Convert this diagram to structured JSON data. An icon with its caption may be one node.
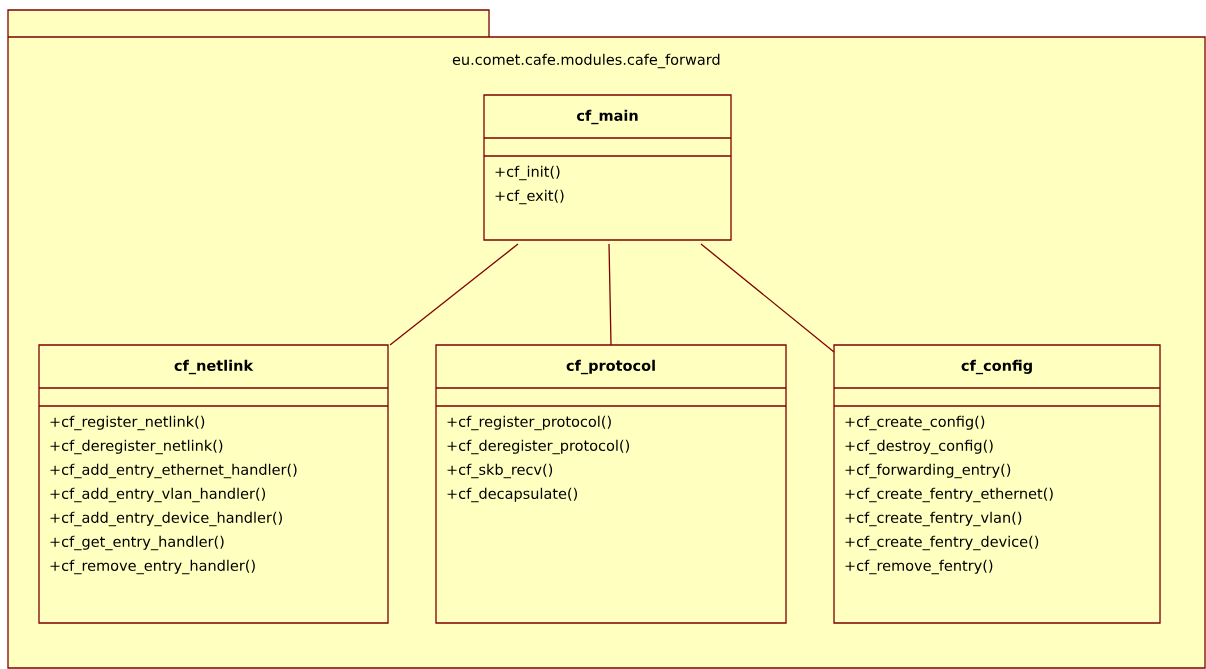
{
  "diagram": {
    "nodes": [
      {
        "text": [
          "eu.comet.cafe.modules.cafe_forward"
        ]
      },
      {
        "text": [
          "cf_main",
          "+cf_init()",
          "+cf_exit()"
        ],
        "in": 0
      },
      {
        "text": [
          "cf_netlink",
          "+cf_register_netlink()",
          "+cf_deregister_netlink()",
          "+cf_add_entry_ethernet_handler()",
          "+cf_add_entry_vlan_handler()",
          "+cf_add_entry_device_handler()",
          "+cf_get_entry_handler()",
          "+cf_remove_entry_handler()"
        ],
        "in": 0
      },
      {
        "text": [
          "cf_protocol",
          "+cf_register_protocol()",
          "+cf_deregister_protocol()",
          "+cf_skb_recv()",
          "+cf_decapsulate()"
        ],
        "in": 0
      },
      {
        "text": [
          "cf_config",
          "+cf_create_config()",
          "+cf_destroy_config()",
          "+cf_forwarding_entry()",
          "+cf_create_fentry_ethernet()",
          "+cf_create_fentry_vlan()",
          "+cf_create_fentry_device()",
          "+cf_remove_fentry()"
        ],
        "in": 0
      }
    ],
    "edges": [
      {
        "from": 1,
        "to": 2,
        "arrow": "none"
      },
      {
        "from": 1,
        "to": 3,
        "arrow": "none"
      },
      {
        "from": 1,
        "to": 4,
        "arrow": "none"
      }
    ]
  }
}
